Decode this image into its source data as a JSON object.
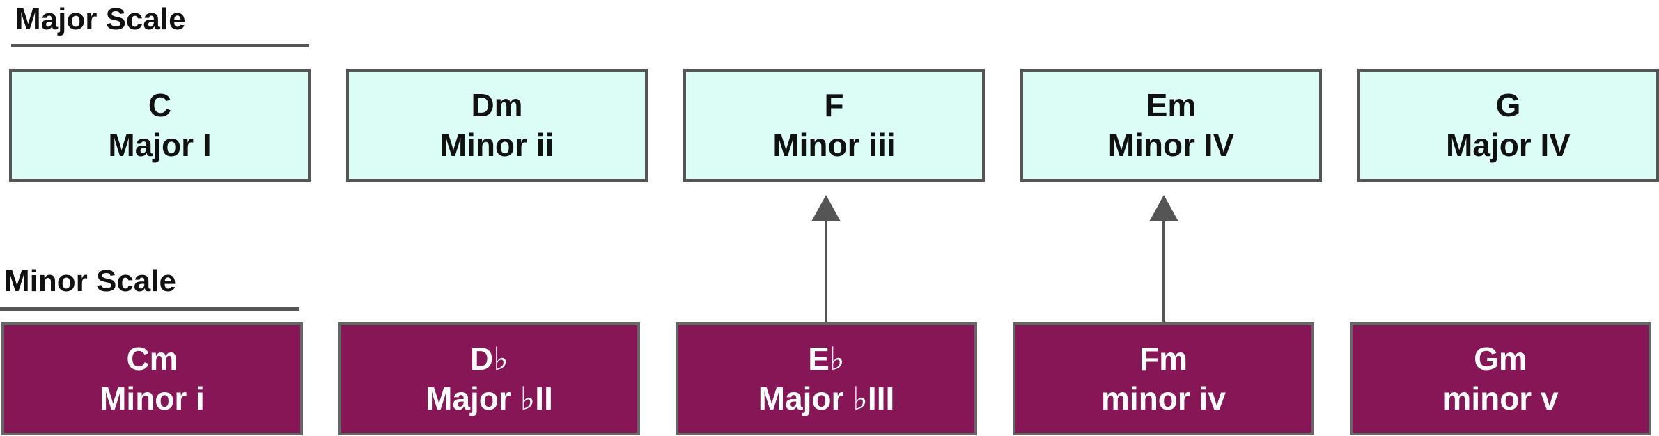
{
  "major_scale": {
    "title": "Major Scale",
    "chords": [
      {
        "name": "C",
        "degree": "Major I"
      },
      {
        "name": "Dm",
        "degree": "Minor ii"
      },
      {
        "name": "F",
        "degree": "Minor iii"
      },
      {
        "name": "Em",
        "degree": "Minor IV"
      },
      {
        "name": "G",
        "degree": "Major IV"
      }
    ]
  },
  "minor_scale": {
    "title": "Minor Scale",
    "chords": [
      {
        "name": "Cm",
        "degree": "Minor i"
      },
      {
        "name": "D♭",
        "degree": "Major ♭II"
      },
      {
        "name": "E♭",
        "degree": "Major ♭III"
      },
      {
        "name": "Fm",
        "degree": "minor iv"
      },
      {
        "name": "Gm",
        "degree": "minor v"
      }
    ]
  },
  "colors": {
    "major_fill": "#dcfdf6",
    "minor_fill": "#871656",
    "border": "#555555",
    "arrow": "#555555"
  }
}
